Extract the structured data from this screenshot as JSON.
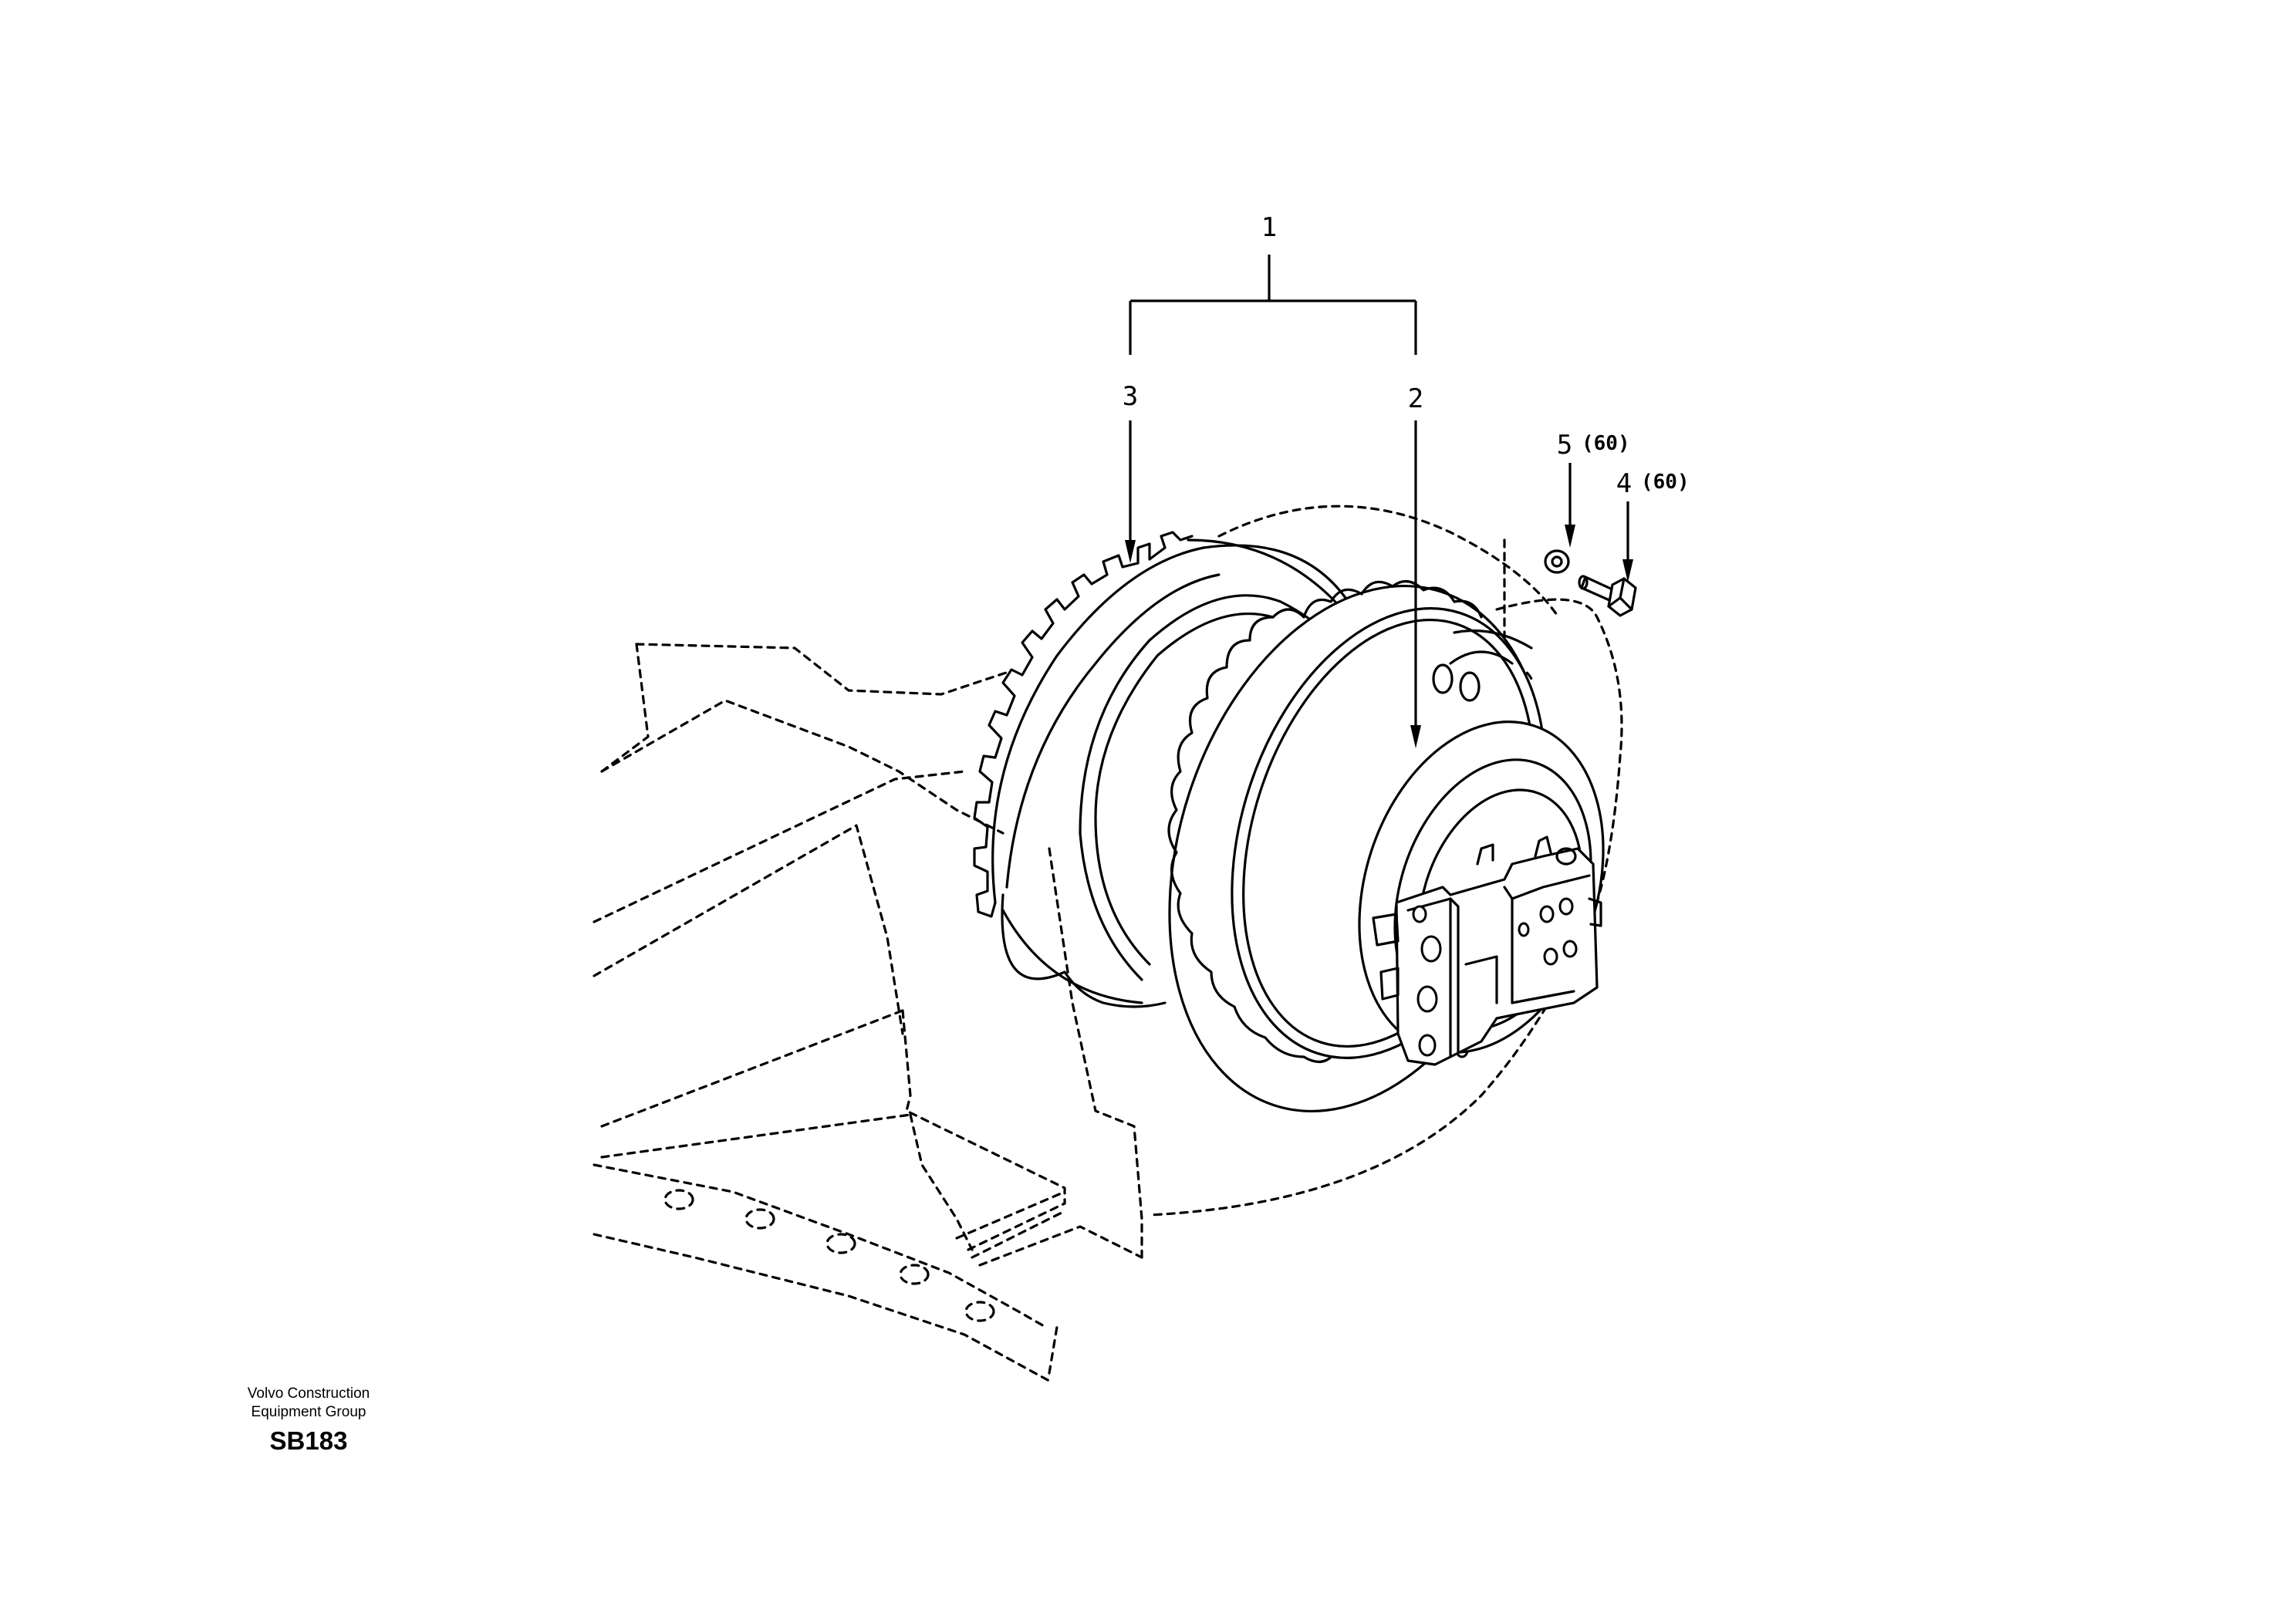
{
  "callouts": {
    "item_1": "1",
    "item_2": "2",
    "item_3": "3",
    "item_4": "4",
    "item_4_qty": "(60)",
    "item_5": "5",
    "item_5_qty": "(60)"
  },
  "footer": {
    "org_line1": "Volvo Construction",
    "org_line2": "Equipment Group",
    "drawing_code": "SB183"
  },
  "colors": {
    "ink": "#000000",
    "paper": "#ffffff"
  }
}
